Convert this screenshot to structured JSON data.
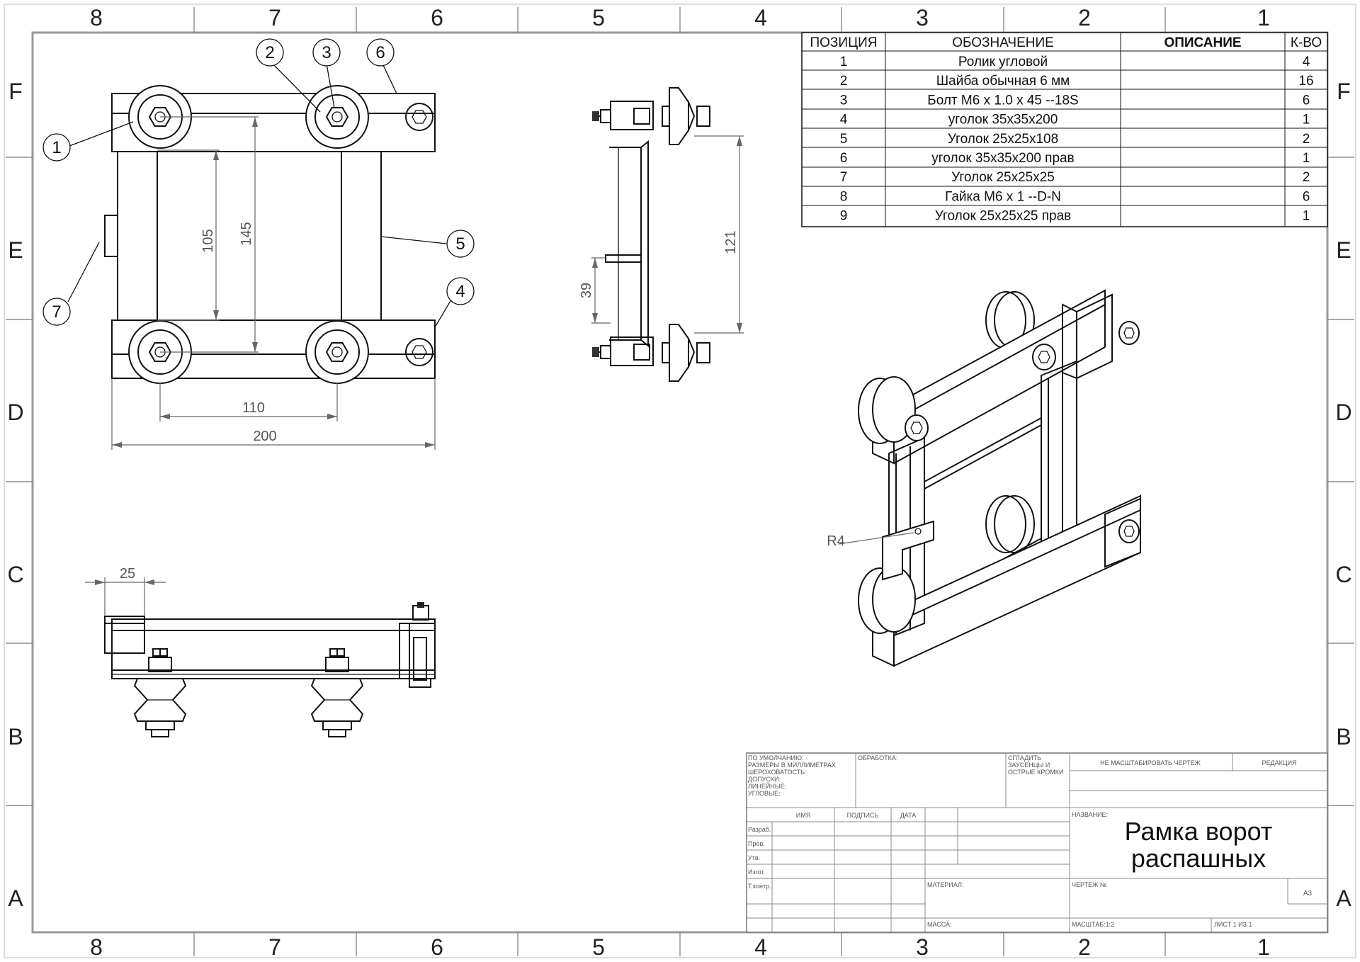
{
  "zones": {
    "columns": [
      "8",
      "7",
      "6",
      "5",
      "4",
      "3",
      "2",
      "1"
    ],
    "rows": [
      "F",
      "E",
      "D",
      "C",
      "B",
      "A"
    ]
  },
  "bom": {
    "headers": [
      "ПОЗИЦИЯ",
      "ОБОЗНАЧЕНИЕ",
      "ОПИСАНИЕ",
      "К-ВО"
    ],
    "rows": [
      [
        "1",
        "Ролик угловой",
        "",
        "4"
      ],
      [
        "2",
        "Шайба обычная 6 мм",
        "",
        "16"
      ],
      [
        "3",
        "Болт M6 x 1.0 x 45 --18S",
        "",
        "6"
      ],
      [
        "4",
        "уголок 35x35x200",
        "",
        "1"
      ],
      [
        "5",
        "Уголок 25x25x108",
        "",
        "2"
      ],
      [
        "6",
        "уголок 35x35x200 прав",
        "",
        "1"
      ],
      [
        "7",
        "Уголок 25x25x25",
        "",
        "2"
      ],
      [
        "8",
        "Гайка  M6 x 1 --D-N",
        "",
        "6"
      ],
      [
        "9",
        "Уголок 25x25x25 прав",
        "",
        "1"
      ]
    ]
  },
  "balloons": [
    "1",
    "2",
    "3",
    "6",
    "5",
    "4",
    "7"
  ],
  "dimensions": {
    "d105": "105",
    "d145": "145",
    "d110": "110",
    "d200": "200",
    "d121": "121",
    "d39": "39",
    "d25": "25",
    "r4": "R4"
  },
  "title_block": {
    "defaults": [
      "ПО УМОЛЧАНИЮ:",
      "РАЗМЕРЫ В МИЛЛИМЕТРАХ",
      "ШЕРОХОВАТОСТЬ:",
      "ДОПУСКИ:",
      "   ЛИНЕЙНЫЕ:",
      "   УГЛОВЫЕ:"
    ],
    "processing": "ОБРАБОТКА:",
    "deburr": [
      "СГЛАДИТЬ",
      "ЗАУСЕНЦЫ И",
      "ОСТРЫЕ КРОМКИ"
    ],
    "no_scale": "НЕ МАСШТАБИРОВАТЬ ЧЕРТЕЖ",
    "revision": "РЕДАКЦИЯ",
    "col_headers": [
      "ИМЯ",
      "ПОДПИСЬ",
      "ДАТА"
    ],
    "roles": [
      "Разраб.",
      "Пров.",
      "Утв.",
      "Изгот.",
      "Т.контр."
    ],
    "name_label": "НАЗВАНИЕ:",
    "title_line1": "Рамка ворот",
    "title_line2": "распашных",
    "material": "МАТЕРИАЛ:",
    "drawing_no": "ЧЕРТЕЖ №",
    "size": "A3",
    "mass": "МАССА:",
    "scale": "МАСШТАБ:1:2",
    "sheet": "ЛИСТ 1 ИЗ 1"
  }
}
